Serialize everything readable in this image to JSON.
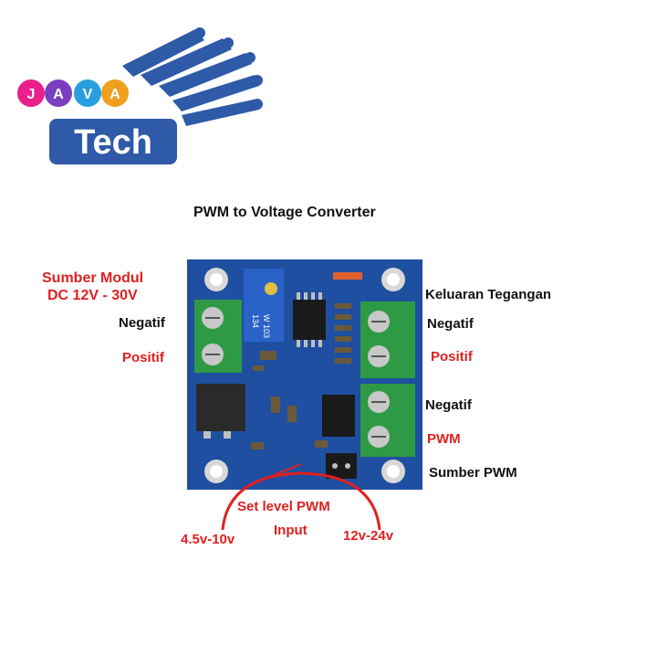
{
  "logo": {
    "letters": [
      "J",
      "A",
      "V",
      "A"
    ],
    "word": "Tech",
    "letter_colors": [
      "#e8208c",
      "#7a3fc0",
      "#2a9fe0",
      "#f0a020"
    ],
    "brand_color": "#2e5aa8"
  },
  "title": "PWM to Voltage Converter",
  "labels": {
    "sumber_modul_line1": "Sumber Modul",
    "sumber_modul_line2": "DC 12V - 30V",
    "left_negatif": "Negatif",
    "left_positif": "Positif",
    "keluaran": "Keluaran Tegangan",
    "right_negatif_top": "Negatif",
    "right_positif": "Positif",
    "right_negatif_bottom": "Negatif",
    "pwm": "PWM",
    "sumber_pwm": "Sumber PWM",
    "set_level": "Set level PWM",
    "input": "Input",
    "range_low": "4.5v-10v",
    "range_high": "12v-24v"
  },
  "board_text": {
    "pot_text": "W 103",
    "pot_code": "134"
  },
  "colors": {
    "label_red": "#e02020",
    "label_black": "#111111",
    "pcb": "#1f4fa0",
    "terminal": "#2e9a46",
    "annotation": "#e02020"
  }
}
